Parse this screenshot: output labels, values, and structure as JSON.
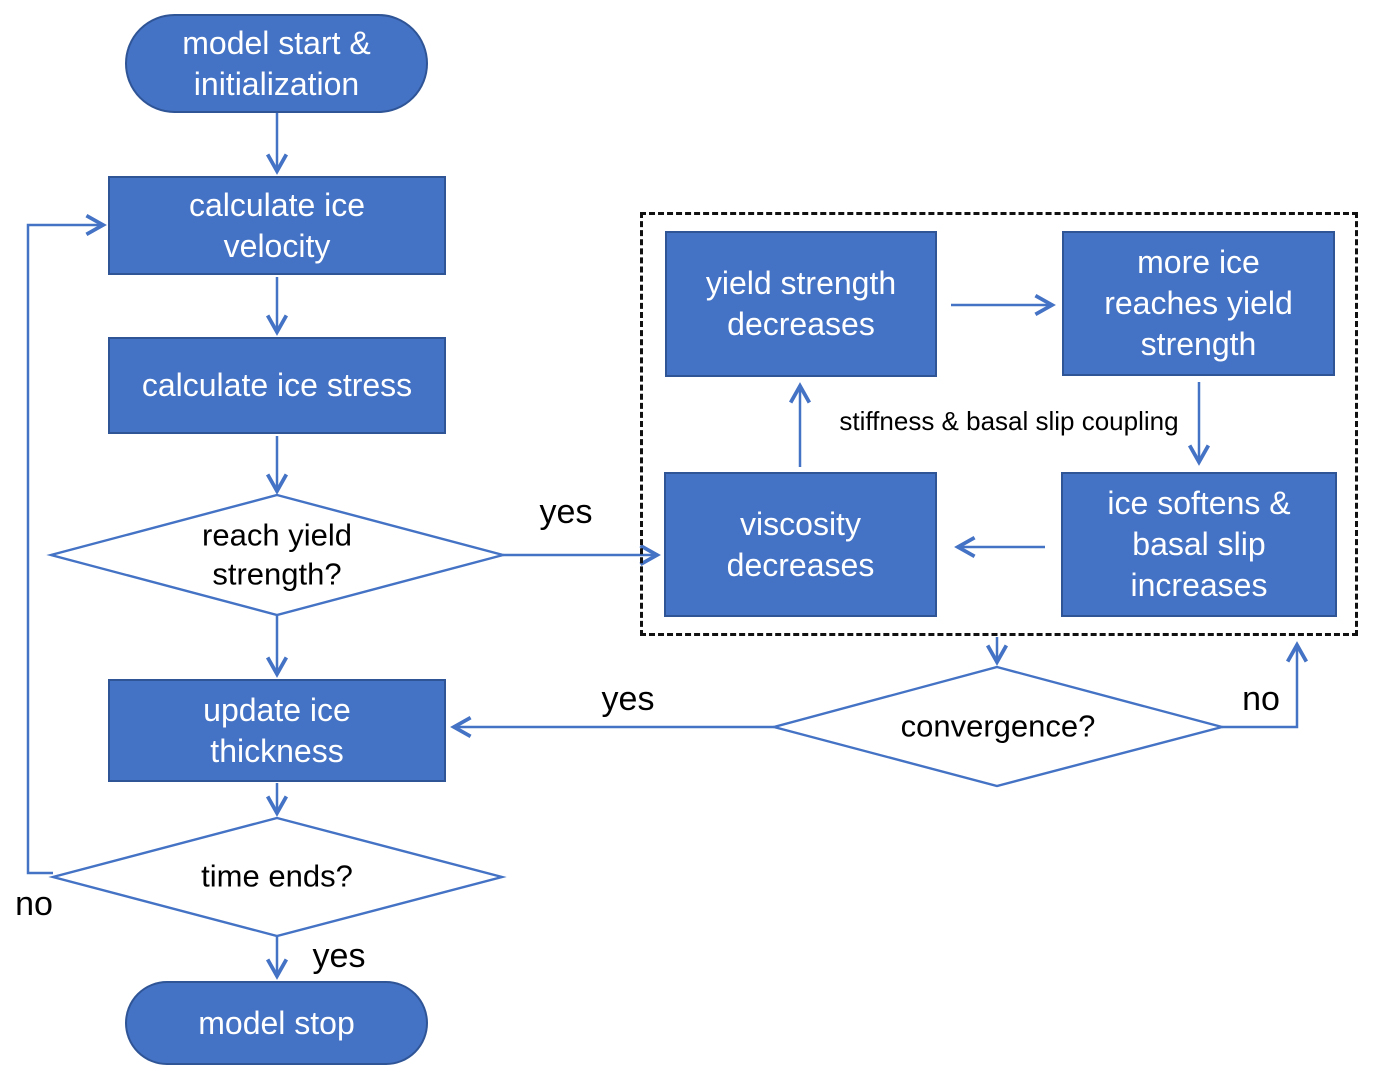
{
  "flowchart": {
    "nodes": {
      "start": {
        "label": "model start &\ninitialization"
      },
      "calc_velocity": {
        "label": "calculate ice\nvelocity"
      },
      "calc_stress": {
        "label": "calculate ice stress"
      },
      "reach_yield": {
        "label": "reach yield\nstrength?"
      },
      "update_thickness": {
        "label": "update ice\nthickness"
      },
      "time_ends": {
        "label": "time ends?"
      },
      "stop": {
        "label": "model stop"
      },
      "yield_decreases": {
        "label": "yield strength\ndecreases"
      },
      "more_ice": {
        "label": "more ice\nreaches yield\nstrength"
      },
      "viscosity_decreases": {
        "label": "viscosity\ndecreases"
      },
      "ice_softens": {
        "label": "ice softens &\nbasal slip\nincreases"
      },
      "convergence": {
        "label": "convergence?"
      }
    },
    "labels": {
      "reach_yield_yes": "yes",
      "convergence_yes": "yes",
      "convergence_no": "no",
      "time_ends_no": "no",
      "time_ends_yes": "yes",
      "coupling": "stiffness & basal slip coupling"
    },
    "colors": {
      "node_fill": "#4472C4",
      "node_border": "#2F5597",
      "connector": "#4472C4",
      "diamond_fill": "#FFFFFF",
      "dashed_border": "#111111",
      "node_text": "#FFFFFF",
      "label_text": "#000000"
    }
  }
}
